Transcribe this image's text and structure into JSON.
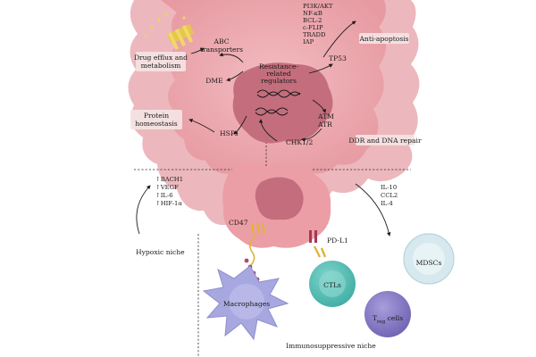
{
  "colors": {
    "tumor_outer": "#e9a7ad",
    "tumor_inner": "#ebb0b5",
    "nucleus": "#c46e7d",
    "nucleolus": "#a75766",
    "macrophage": "#a8a8e0",
    "ctl": "#5fc0b7",
    "mdsc": "#d6e9ee",
    "treg": "#8a7fc7",
    "label_box": "#f4e3e4"
  },
  "labels": {
    "drug_efflux": [
      "Drug efflux and",
      "metabolism"
    ],
    "abc_transporters": [
      "ABC",
      "transporters"
    ],
    "anti_apoptosis_list": [
      "PI3K/AKT",
      "NF-κB",
      "BCL-2",
      "c-FLIP",
      "TRADD",
      "IAP"
    ],
    "anti_apoptosis": "Anti-apoptosis",
    "tp53": "TP53",
    "resistance_regulators": [
      "Resistance-",
      "related",
      "regulators"
    ],
    "dme": "DME",
    "atm_atr": [
      "ATM",
      "ATR"
    ],
    "protein_homeostasis": [
      "Protein",
      "homeostasis"
    ],
    "hsps": "HSPs",
    "chk12": "CHK1/2",
    "ddr": "DDR and DNA repair",
    "hypoxic_factors": [
      "↑BACH1",
      "↑VEGF",
      "↑IL-6",
      "↑HIF-1α"
    ],
    "hypoxic_niche": "Hypoxic niche",
    "cytokines": [
      "IL-10",
      "CCL2",
      "IL-4"
    ],
    "cd47": "CD47",
    "pdl1": "PD-L1",
    "mdscs": "MDSCs",
    "ctls": "CTLs",
    "macrophages": "Macrophages",
    "treg_main": "T",
    "treg_sub": "reg",
    "treg_suffix": " cells",
    "immunosuppressive_niche": "Immunosuppressive niche"
  }
}
